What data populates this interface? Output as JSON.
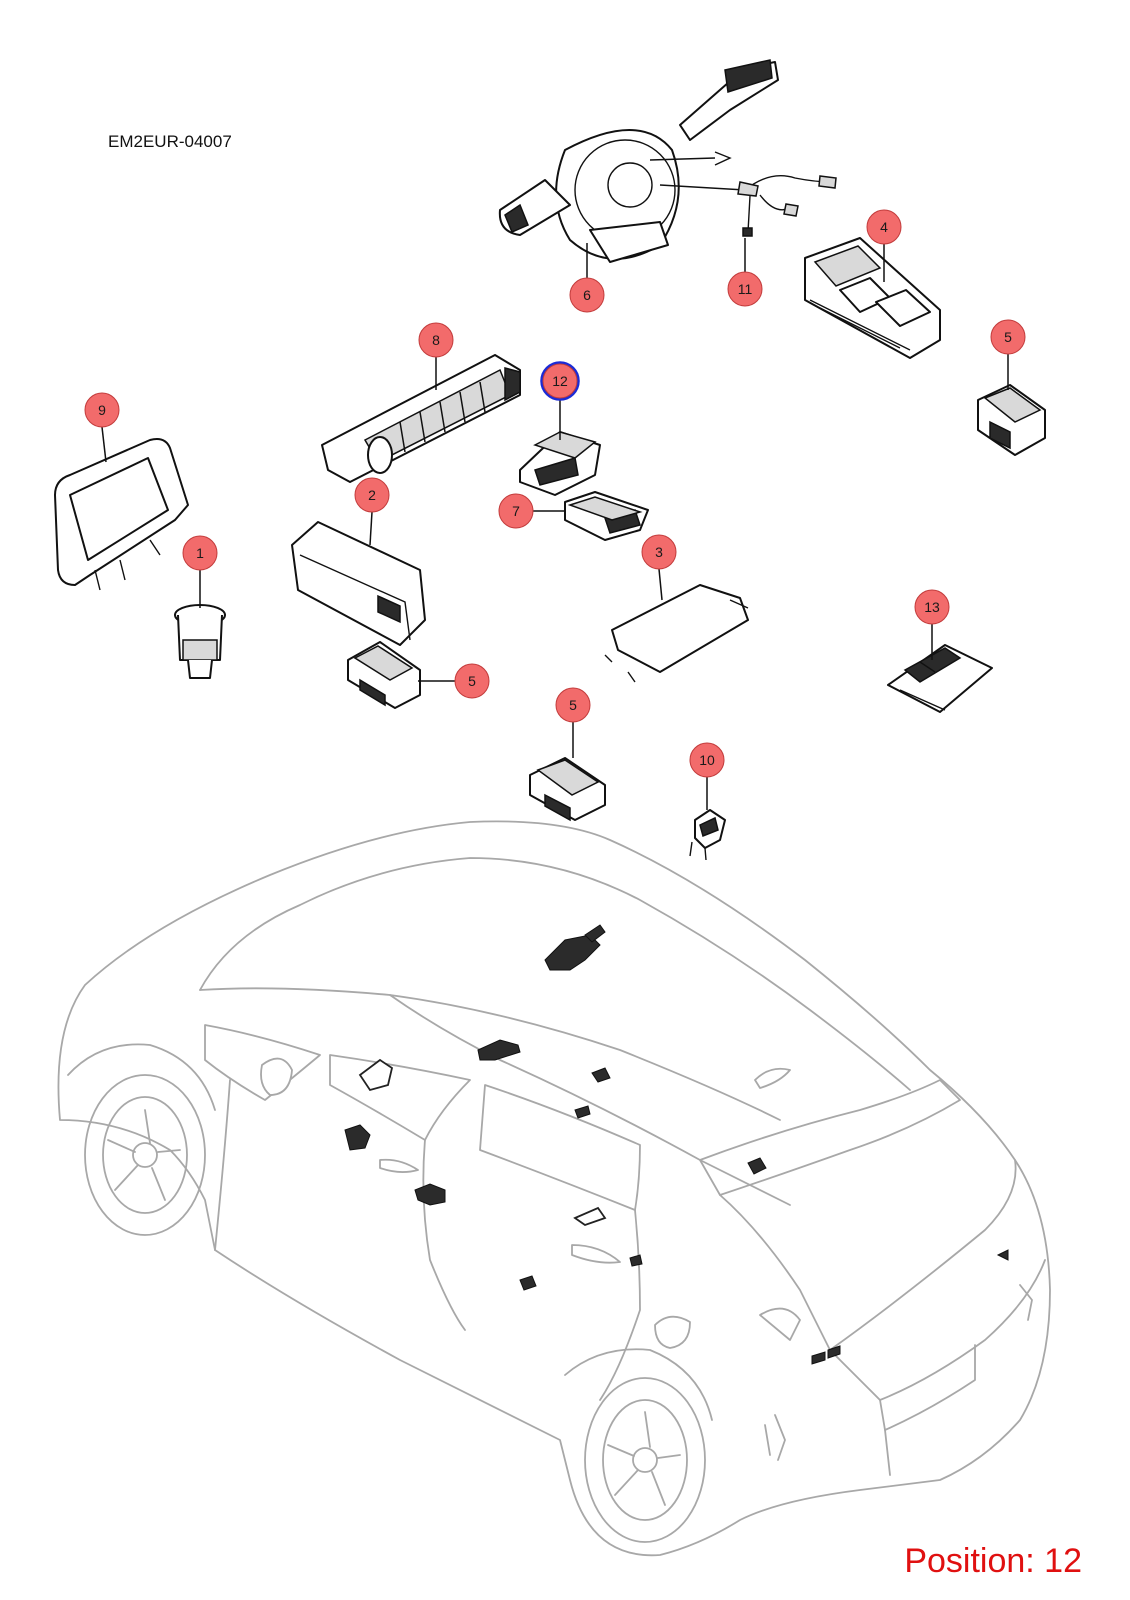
{
  "diagram_code": "EM2EUR-04007",
  "position_label": "Position: 12",
  "colors": {
    "callout_fill": "#f26b6b",
    "callout_stroke": "#c23b3b",
    "highlight_stroke": "#1b2bd6",
    "position_text": "#e01010",
    "car_outline": "#a8a8a8"
  },
  "callouts": [
    {
      "id": "c1",
      "label": "1"
    },
    {
      "id": "c2",
      "label": "2"
    },
    {
      "id": "c3",
      "label": "3"
    },
    {
      "id": "c4",
      "label": "4"
    },
    {
      "id": "c5a",
      "label": "5"
    },
    {
      "id": "c5b",
      "label": "5"
    },
    {
      "id": "c5c",
      "label": "5"
    },
    {
      "id": "c6",
      "label": "6"
    },
    {
      "id": "c7",
      "label": "7"
    },
    {
      "id": "c8",
      "label": "8"
    },
    {
      "id": "c9",
      "label": "9"
    },
    {
      "id": "c10",
      "label": "10"
    },
    {
      "id": "c11",
      "label": "11"
    },
    {
      "id": "c12",
      "label": "12",
      "highlighted": true
    },
    {
      "id": "c13",
      "label": "13"
    }
  ]
}
